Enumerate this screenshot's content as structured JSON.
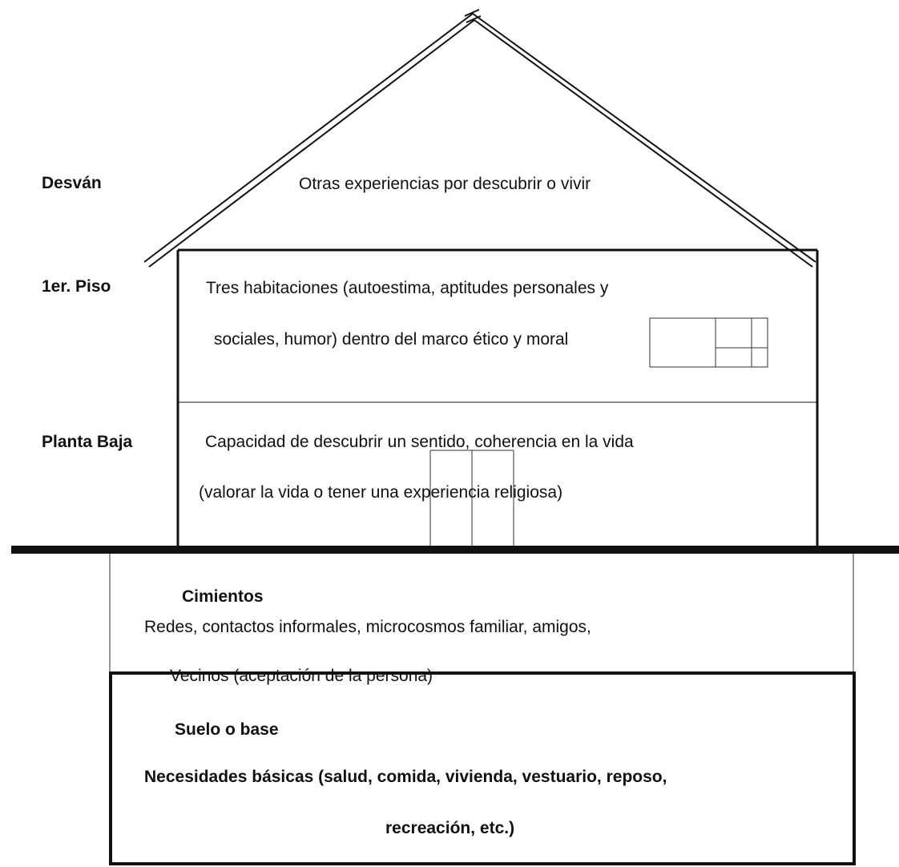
{
  "attic": {
    "label": "Desván",
    "text": "Otras experiencias por descubrir o vivir"
  },
  "first_floor": {
    "label": "1er. Piso",
    "line1": "Tres habitaciones (autoestima, aptitudes personales y",
    "line2": "sociales, humor) dentro del marco ético y moral"
  },
  "ground_floor": {
    "label": "Planta Baja",
    "line1": "Capacidad de descubrir un sentido, coherencia en la vida",
    "line2": "(valorar la vida o tener una experiencia religiosa)"
  },
  "foundations": {
    "title": "Cimientos",
    "line1": "Redes, contactos informales, microcosmos familiar, amigos,",
    "line2": "Vecinos (aceptación de la persona)"
  },
  "base": {
    "title": "Suelo o base",
    "line1": "Necesidades básicas (salud, comida, vivienda, vestuario, reposo,",
    "line2": "recreación, etc.)"
  }
}
